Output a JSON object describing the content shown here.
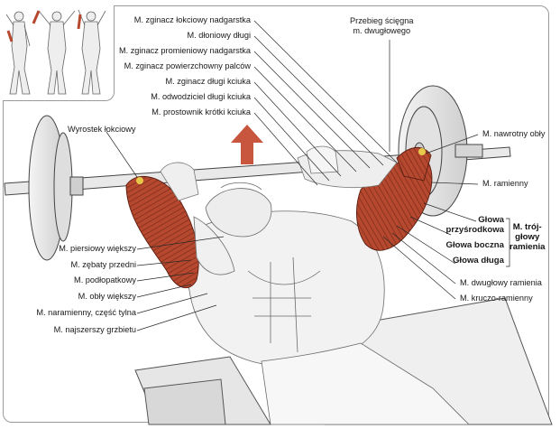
{
  "labels_top": [
    "M. zginacz łokciowy nadgarstka",
    "M. dłoniowy długi",
    "M. zginacz promieniowy nadgarstka",
    "M. zginacz powierzchowny palców",
    "M. zginacz długi kciuka",
    "M. odwodziciel długi kciuka",
    "M. prostownik krótki kciuka"
  ],
  "tendon_label": "Przebieg ścięgna\nm. dwugłowego",
  "elbow_label": "Wyrostek łokciowy",
  "right_labels": {
    "pronator": "M. nawrotny obły",
    "brachialis": "M. ramienny",
    "head_medial": "Głowa\nprzyśrodkowa",
    "head_lateral": "Głowa boczna",
    "head_long": "Głowa długa",
    "triceps": "M. trój-\ngłowy\nramienia",
    "biceps": "M. dwugłowy ramienia",
    "coracobrachialis": "M. kruczo-ramienny"
  },
  "left_labels": [
    "M. piersiowy większy",
    "M. zębaty przedni",
    "M. podłopatkowy",
    "M. obły większy",
    "M. naramienny, część tylna",
    "M. najszerszy grzbietu"
  ],
  "colors": {
    "muscle_red": "#b5482e",
    "muscle_dark": "#7a2a1a",
    "arrow_red": "#c8553d",
    "highlight_yellow": "#e8c84a",
    "frame_gray": "#9a9a9a"
  }
}
